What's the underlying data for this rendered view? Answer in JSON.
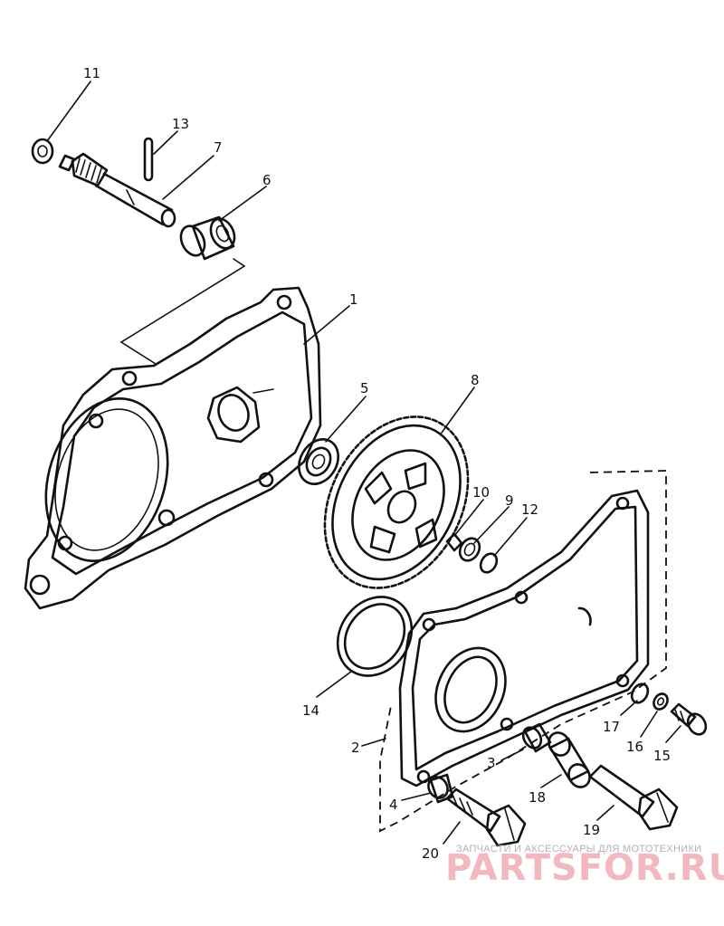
{
  "callouts": [
    "1",
    "2",
    "3",
    "4",
    "5",
    "6",
    "7",
    "8",
    "9",
    "10",
    "11",
    "12",
    "13",
    "14",
    "15",
    "16",
    "17",
    "18",
    "19",
    "20"
  ],
  "watermark": {
    "tagline": "ЗАПЧАСТИ И АКСЕССУАРЫ ДЛЯ МОТОТЕХНИКИ",
    "brand": "PARTSFOR.RU"
  }
}
